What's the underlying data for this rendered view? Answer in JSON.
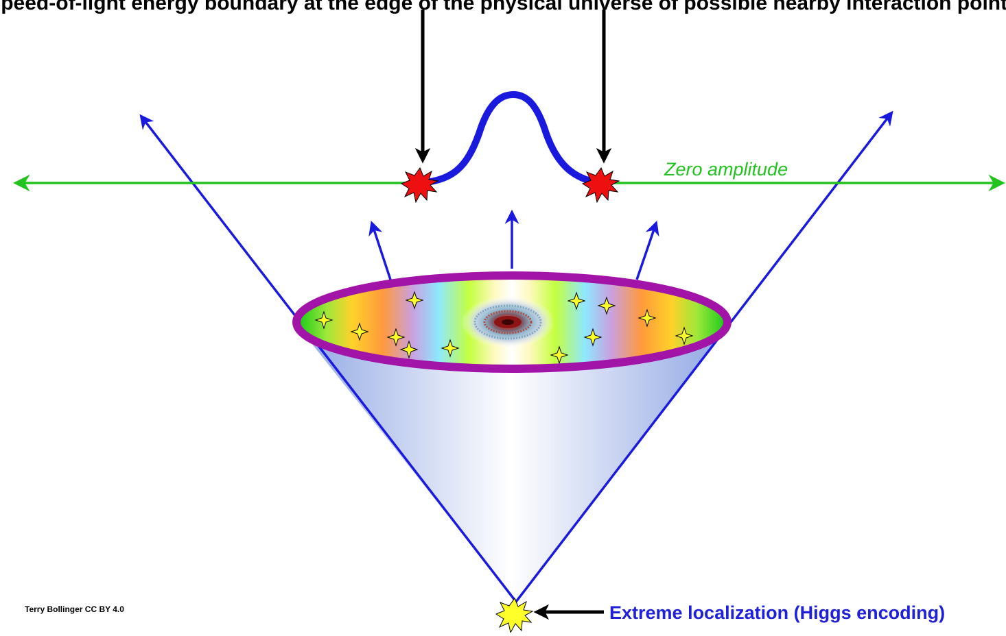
{
  "title_text": "Speed-of-light energy boundary at the edge of the physical universe of possible nearby interaction points",
  "labels": {
    "zero_amplitude": "Zero amplitude",
    "extreme_localization": "Extreme localization (Higgs encoding)",
    "credit": "Terry Bollinger CC BY 4.0"
  },
  "colors": {
    "axis_green": "#22c31f",
    "wave_blue": "#1a1adf",
    "ring_purple": "#a213a8",
    "burst_red": "#ee1010",
    "burst_yellow": "#ffff2a",
    "arrow_black": "#000000"
  }
}
